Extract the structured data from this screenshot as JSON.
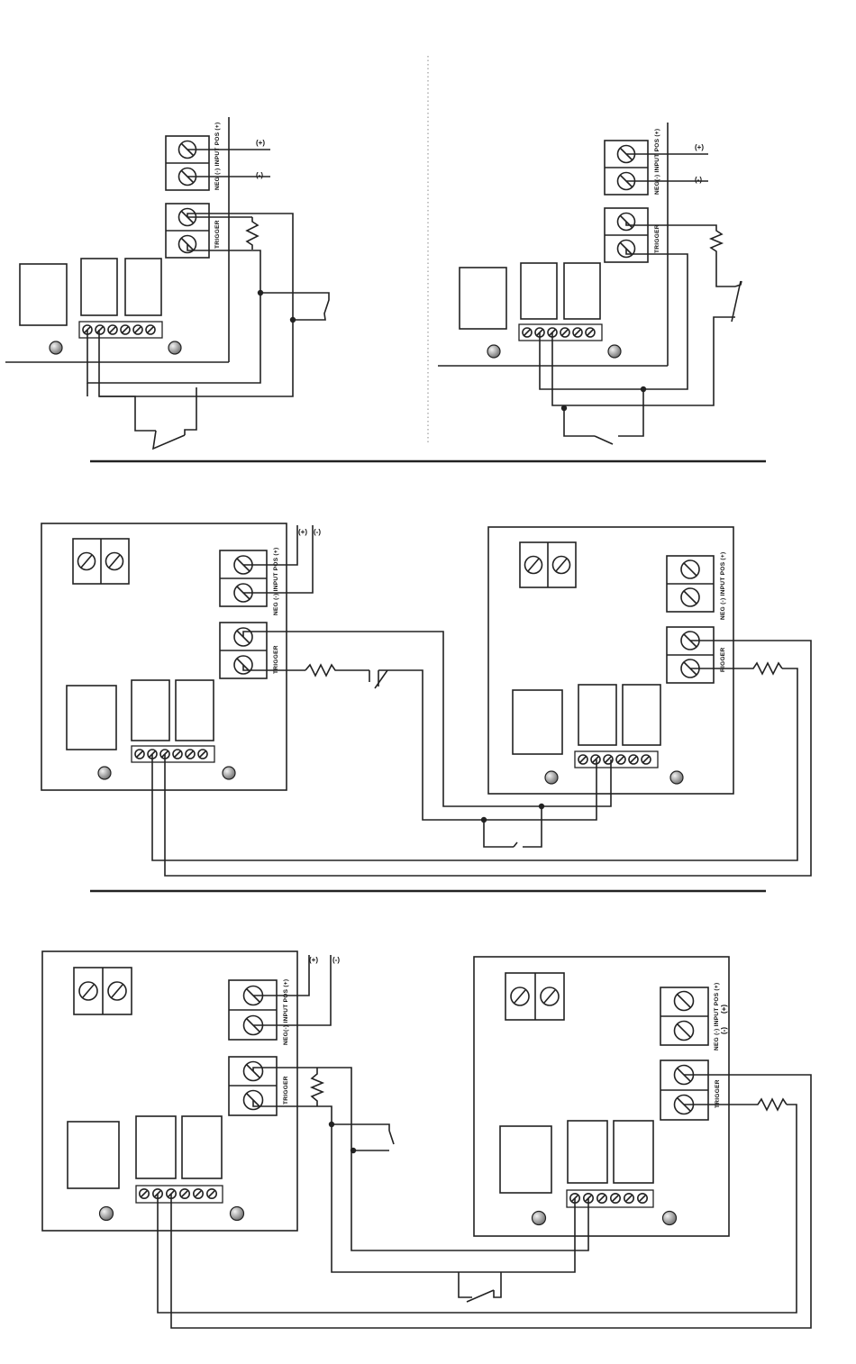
{
  "labels": {
    "input": "NEG (-) INPUT POS (+)",
    "input_alt": "NEG(-) INPUT POS (+)",
    "trigger": "TRIGGER",
    "trigger_cut": "RIGGER",
    "plus": "(+)",
    "minus": "(-)"
  },
  "colors": {
    "line": "#222222",
    "led_light": "#f2f2f2",
    "led_dark": "#6e6e6e",
    "background": "#ffffff"
  }
}
